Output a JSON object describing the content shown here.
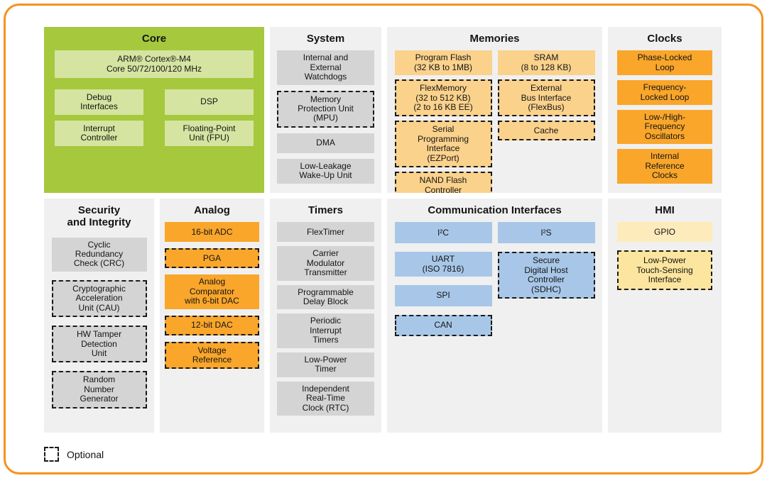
{
  "colors": {
    "frame_border": "#F6921E",
    "core_bg": "#A6C83C",
    "core_block": "#D5E4A1",
    "section_bg": "#F0F0F0",
    "gray_block": "#D4D4D4",
    "orange_block": "#F9A62B",
    "peach_block": "#FBD28C",
    "blue_block": "#A8C7E8",
    "pale_yellow_block": "#FDEBBB",
    "yellow_block": "#FCE59E",
    "optional_border": "#1A1A1A"
  },
  "legend": {
    "label": "Optional"
  },
  "sections": {
    "core": {
      "title": "Core",
      "blocks": [
        {
          "label": "ARM® Cortex®-M4\nCore 50/72/100/120 MHz",
          "optional": false
        },
        {
          "label": "Debug\nInterfaces",
          "optional": false
        },
        {
          "label": "DSP",
          "optional": false
        },
        {
          "label": "Interrupt\nController",
          "optional": false
        },
        {
          "label": "Floating-Point\nUnit (FPU)",
          "optional": false
        }
      ]
    },
    "system": {
      "title": "System",
      "blocks": [
        {
          "label": "Internal and\nExternal\nWatchdogs",
          "optional": false
        },
        {
          "label": "Memory\nProtection Unit\n(MPU)",
          "optional": true
        },
        {
          "label": "DMA",
          "optional": false
        },
        {
          "label": "Low-Leakage\nWake-Up Unit",
          "optional": false
        }
      ]
    },
    "memories": {
      "title": "Memories",
      "left": [
        {
          "label": "Program Flash\n(32 KB to 1MB)",
          "optional": false
        },
        {
          "label": "FlexMemory\n(32 to 512 KB)\n(2 to 16 KB EE)",
          "optional": true
        },
        {
          "label": "Serial\nProgramming\nInterface\n(EZPort)",
          "optional": true
        },
        {
          "label": "NAND Flash\nController",
          "optional": true
        }
      ],
      "right": [
        {
          "label": "SRAM\n(8 to 128 KB)",
          "optional": false
        },
        {
          "label": "External\nBus Interface\n(FlexBus)",
          "optional": true
        },
        {
          "label": "Cache",
          "optional": true
        }
      ]
    },
    "clocks": {
      "title": "Clocks",
      "blocks": [
        {
          "label": "Phase-Locked\nLoop",
          "optional": false
        },
        {
          "label": "Frequency-\nLocked Loop",
          "optional": false
        },
        {
          "label": "Low-/High-\nFrequency\nOscillators",
          "optional": false
        },
        {
          "label": "Internal\nReference\nClocks",
          "optional": false
        }
      ]
    },
    "security": {
      "title": "Security\nand Integrity",
      "blocks": [
        {
          "label": "Cyclic\nRedundancy\nCheck (CRC)",
          "optional": false
        },
        {
          "label": "Cryptographic\nAcceleration\nUnit (CAU)",
          "optional": true
        },
        {
          "label": "HW Tamper\nDetection\nUnit",
          "optional": true
        },
        {
          "label": "Random\nNumber\nGenerator",
          "optional": true
        }
      ]
    },
    "analog": {
      "title": "Analog",
      "blocks": [
        {
          "label": "16-bit ADC",
          "optional": false
        },
        {
          "label": "PGA",
          "optional": true
        },
        {
          "label": "Analog\nComparator\nwith 6-bit DAC",
          "optional": false
        },
        {
          "label": "12-bit DAC",
          "optional": true
        },
        {
          "label": "Voltage\nReference",
          "optional": true
        }
      ]
    },
    "timers": {
      "title": "Timers",
      "blocks": [
        {
          "label": "FlexTimer",
          "optional": false
        },
        {
          "label": "Carrier\nModulator\nTransmitter",
          "optional": false
        },
        {
          "label": "Programmable\nDelay Block",
          "optional": false
        },
        {
          "label": "Periodic\nInterrupt\nTimers",
          "optional": false
        },
        {
          "label": "Low-Power\nTimer",
          "optional": false
        },
        {
          "label": "Independent\nReal-Time\nClock (RTC)",
          "optional": false
        }
      ]
    },
    "comm": {
      "title": "Communication Interfaces",
      "left": [
        {
          "label": "I²C",
          "optional": false
        },
        {
          "label": "UART\n(ISO 7816)",
          "optional": false
        },
        {
          "label": "SPI",
          "optional": false
        },
        {
          "label": "CAN",
          "optional": true
        }
      ],
      "right": [
        {
          "label": "I²S",
          "optional": false
        },
        {
          "label": "Secure\nDigital Host\nController\n(SDHC)",
          "optional": true
        }
      ]
    },
    "hmi": {
      "title": "HMI",
      "blocks": [
        {
          "label": "GPIO",
          "optional": false
        },
        {
          "label": "Low-Power\nTouch-Sensing\nInterface",
          "optional": true
        }
      ]
    }
  }
}
